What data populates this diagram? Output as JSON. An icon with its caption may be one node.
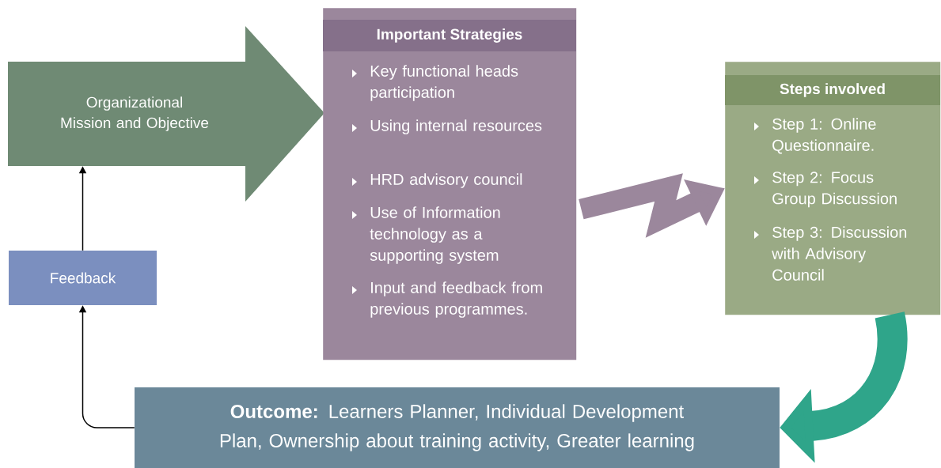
{
  "diagram": {
    "nodes": [
      {
        "text": [
          "Organizational Mission and Objective"
        ]
      },
      {
        "text": [
          "Important Strategies",
          "Key functional heads participation",
          "Using internal resources",
          "HRD advisory council",
          "Use of Information technology as a supporting system",
          "Input and feedback from previous programmes."
        ]
      },
      {
        "text": [
          "Steps involved",
          "Step 1: Online Questionnaire.",
          "Step 2: Focus Group Discussion",
          "Step 3: Discussion with Advisory Council"
        ]
      },
      {
        "text": [
          "**Outcome:** Learners Planner, Individual Development Plan, Ownership about training activity, Greater learning"
        ]
      },
      {
        "text": [
          "Feedback"
        ]
      }
    ],
    "edges": [
      {
        "from": 1,
        "to": 2,
        "arrow": "to",
        "style": "thick",
        "color": "#9b879c"
      },
      {
        "from": 2,
        "to": 3,
        "arrow": "to",
        "style": "thick",
        "color": "#2fa58a"
      },
      {
        "from": 3,
        "to": 4,
        "arrow": "to"
      },
      {
        "from": 4,
        "to": 0,
        "arrow": "to"
      }
    ]
  }
}
